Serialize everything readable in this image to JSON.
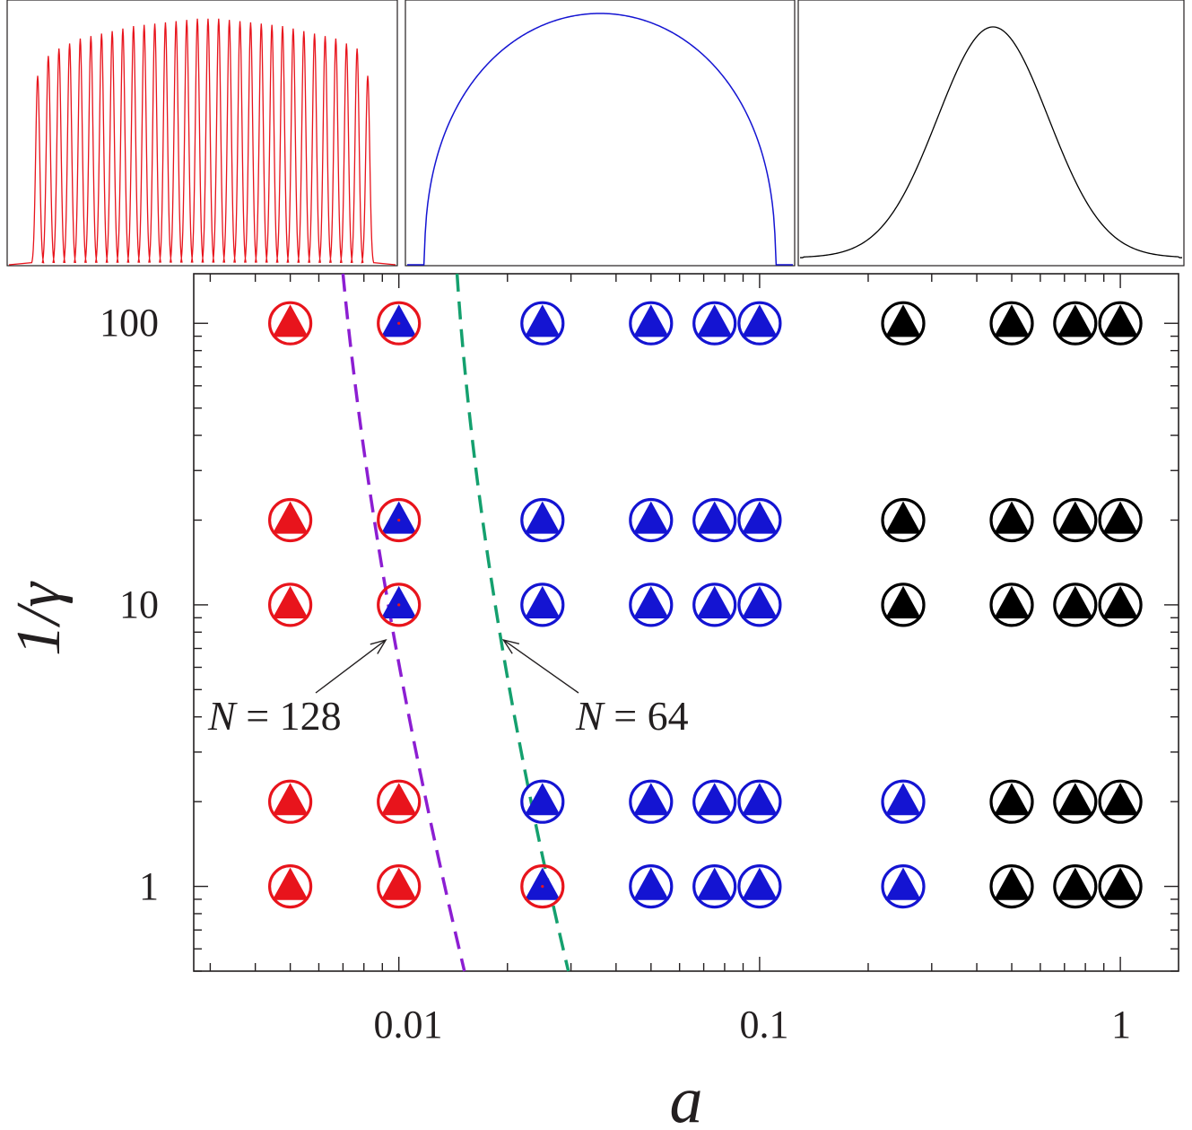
{
  "chart_data": [
    {
      "type": "line",
      "panel": "inset-left",
      "series_color": "#e8141c",
      "description_peaks": 32,
      "peaks": {
        "count": 32,
        "heights": [
          0.76,
          0.84,
          0.87,
          0.89,
          0.91,
          0.92,
          0.93,
          0.94,
          0.95,
          0.96,
          0.965,
          0.97,
          0.975,
          0.98,
          0.985,
          0.99,
          0.99,
          0.99,
          0.985,
          0.98,
          0.975,
          0.97,
          0.965,
          0.96,
          0.95,
          0.94,
          0.93,
          0.92,
          0.91,
          0.89,
          0.87,
          0.76
        ]
      }
    },
    {
      "type": "line",
      "panel": "inset-middle",
      "series_color": "#1414d2",
      "shape": "semicircle"
    },
    {
      "type": "line",
      "panel": "inset-right",
      "series_color": "#000000",
      "shape": "gaussian"
    },
    {
      "type": "scatter",
      "panel": "main",
      "xlabel": "a",
      "ylabel": "1/γ",
      "xscale": "log",
      "yscale": "log",
      "xlim": [
        0.0027,
        1.45
      ],
      "ylim": [
        0.5,
        150
      ],
      "xticks": [
        0.01,
        0.1,
        1
      ],
      "xtick_labels": [
        "0.01",
        "0.1",
        "1"
      ],
      "yticks": [
        1,
        10,
        100
      ],
      "ytick_labels": [
        "1",
        "10",
        "100"
      ],
      "grid": false,
      "colors": {
        "red": "#e8141c",
        "blue": "#1414d2",
        "black": "#000000"
      },
      "legend_note": "circle = ring color, triangle = fill color",
      "points": [
        {
          "a": 0.005,
          "inv_gamma": 100,
          "circle": "red",
          "triangle": "red"
        },
        {
          "a": 0.01,
          "inv_gamma": 100,
          "circle": "red",
          "triangle": "blue"
        },
        {
          "a": 0.025,
          "inv_gamma": 100,
          "circle": "blue",
          "triangle": "blue"
        },
        {
          "a": 0.05,
          "inv_gamma": 100,
          "circle": "blue",
          "triangle": "blue"
        },
        {
          "a": 0.075,
          "inv_gamma": 100,
          "circle": "blue",
          "triangle": "blue"
        },
        {
          "a": 0.1,
          "inv_gamma": 100,
          "circle": "blue",
          "triangle": "blue"
        },
        {
          "a": 0.25,
          "inv_gamma": 100,
          "circle": "black",
          "triangle": "black"
        },
        {
          "a": 0.5,
          "inv_gamma": 100,
          "circle": "black",
          "triangle": "black"
        },
        {
          "a": 0.75,
          "inv_gamma": 100,
          "circle": "black",
          "triangle": "black"
        },
        {
          "a": 1,
          "inv_gamma": 100,
          "circle": "black",
          "triangle": "black"
        },
        {
          "a": 0.005,
          "inv_gamma": 20,
          "circle": "red",
          "triangle": "red"
        },
        {
          "a": 0.01,
          "inv_gamma": 20,
          "circle": "red",
          "triangle": "blue"
        },
        {
          "a": 0.025,
          "inv_gamma": 20,
          "circle": "blue",
          "triangle": "blue"
        },
        {
          "a": 0.05,
          "inv_gamma": 20,
          "circle": "blue",
          "triangle": "blue"
        },
        {
          "a": 0.075,
          "inv_gamma": 20,
          "circle": "blue",
          "triangle": "blue"
        },
        {
          "a": 0.1,
          "inv_gamma": 20,
          "circle": "blue",
          "triangle": "blue"
        },
        {
          "a": 0.25,
          "inv_gamma": 20,
          "circle": "black",
          "triangle": "black"
        },
        {
          "a": 0.5,
          "inv_gamma": 20,
          "circle": "black",
          "triangle": "black"
        },
        {
          "a": 0.75,
          "inv_gamma": 20,
          "circle": "black",
          "triangle": "black"
        },
        {
          "a": 1,
          "inv_gamma": 20,
          "circle": "black",
          "triangle": "black"
        },
        {
          "a": 0.005,
          "inv_gamma": 10,
          "circle": "red",
          "triangle": "red"
        },
        {
          "a": 0.01,
          "inv_gamma": 10,
          "circle": "red",
          "triangle": "blue"
        },
        {
          "a": 0.025,
          "inv_gamma": 10,
          "circle": "blue",
          "triangle": "blue"
        },
        {
          "a": 0.05,
          "inv_gamma": 10,
          "circle": "blue",
          "triangle": "blue"
        },
        {
          "a": 0.075,
          "inv_gamma": 10,
          "circle": "blue",
          "triangle": "blue"
        },
        {
          "a": 0.1,
          "inv_gamma": 10,
          "circle": "blue",
          "triangle": "blue"
        },
        {
          "a": 0.25,
          "inv_gamma": 10,
          "circle": "black",
          "triangle": "black"
        },
        {
          "a": 0.5,
          "inv_gamma": 10,
          "circle": "black",
          "triangle": "black"
        },
        {
          "a": 0.75,
          "inv_gamma": 10,
          "circle": "black",
          "triangle": "black"
        },
        {
          "a": 1,
          "inv_gamma": 10,
          "circle": "black",
          "triangle": "black"
        },
        {
          "a": 0.005,
          "inv_gamma": 2,
          "circle": "red",
          "triangle": "red"
        },
        {
          "a": 0.01,
          "inv_gamma": 2,
          "circle": "red",
          "triangle": "red"
        },
        {
          "a": 0.025,
          "inv_gamma": 2,
          "circle": "blue",
          "triangle": "blue"
        },
        {
          "a": 0.05,
          "inv_gamma": 2,
          "circle": "blue",
          "triangle": "blue"
        },
        {
          "a": 0.075,
          "inv_gamma": 2,
          "circle": "blue",
          "triangle": "blue"
        },
        {
          "a": 0.1,
          "inv_gamma": 2,
          "circle": "blue",
          "triangle": "blue"
        },
        {
          "a": 0.25,
          "inv_gamma": 2,
          "circle": "blue",
          "triangle": "blue"
        },
        {
          "a": 0.5,
          "inv_gamma": 2,
          "circle": "black",
          "triangle": "black"
        },
        {
          "a": 0.75,
          "inv_gamma": 2,
          "circle": "black",
          "triangle": "black"
        },
        {
          "a": 1,
          "inv_gamma": 2,
          "circle": "black",
          "triangle": "black"
        },
        {
          "a": 0.005,
          "inv_gamma": 1,
          "circle": "red",
          "triangle": "red"
        },
        {
          "a": 0.01,
          "inv_gamma": 1,
          "circle": "red",
          "triangle": "red"
        },
        {
          "a": 0.025,
          "inv_gamma": 1,
          "circle": "red",
          "triangle": "blue"
        },
        {
          "a": 0.05,
          "inv_gamma": 1,
          "circle": "blue",
          "triangle": "blue"
        },
        {
          "a": 0.075,
          "inv_gamma": 1,
          "circle": "blue",
          "triangle": "blue"
        },
        {
          "a": 0.1,
          "inv_gamma": 1,
          "circle": "blue",
          "triangle": "blue"
        },
        {
          "a": 0.25,
          "inv_gamma": 1,
          "circle": "blue",
          "triangle": "blue"
        },
        {
          "a": 0.5,
          "inv_gamma": 1,
          "circle": "black",
          "triangle": "black"
        },
        {
          "a": 0.75,
          "inv_gamma": 1,
          "circle": "black",
          "triangle": "black"
        },
        {
          "a": 1,
          "inv_gamma": 1,
          "circle": "black",
          "triangle": "black"
        }
      ],
      "boundaries": [
        {
          "name": "N = 128",
          "color": "#8c1ed2",
          "points": [
            [
              0.007,
              150
            ],
            [
              0.00935,
              10
            ],
            [
              0.0152,
              0.5
            ]
          ]
        },
        {
          "name": "N = 64",
          "color": "#14a06e",
          "points": [
            [
              0.0145,
              150
            ],
            [
              0.0185,
              10
            ],
            [
              0.0295,
              0.5
            ]
          ]
        }
      ],
      "annotations": [
        {
          "var": "N",
          "text": " = 128",
          "arrow_to": [
            0.0092,
            7.5
          ]
        },
        {
          "var": "N",
          "text": " = 64",
          "arrow_to": [
            0.0195,
            7.5
          ]
        }
      ]
    }
  ]
}
